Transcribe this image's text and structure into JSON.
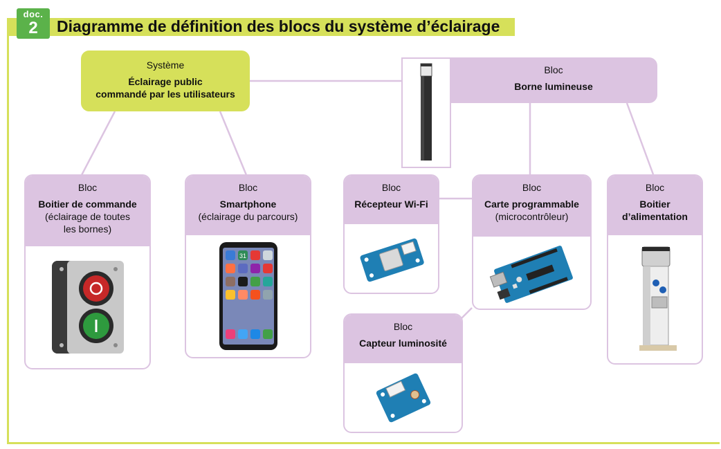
{
  "badge": {
    "label": "doc.",
    "number": "2"
  },
  "title": "Diagramme de définition des blocs du système d’éclairage",
  "system": {
    "kind": "Système",
    "name_line1": "Éclairage public",
    "name_line2": "commandé par les utilisateurs"
  },
  "blocks": {
    "borne": {
      "kind": "Bloc",
      "name": "Borne lumineuse"
    },
    "commande": {
      "kind": "Bloc",
      "name": "Boitier de commande",
      "desc_line1": "(éclairage de toutes",
      "desc_line2": "les bornes)"
    },
    "smartphone": {
      "kind": "Bloc",
      "name": "Smartphone",
      "desc_line1": "(éclairage du parcours)"
    },
    "wifi": {
      "kind": "Bloc",
      "name": "Récepteur Wi-Fi"
    },
    "carte": {
      "kind": "Bloc",
      "name": "Carte programmable",
      "desc_line1": "(microcontrôleur)"
    },
    "alimentation": {
      "kind": "Bloc",
      "name_line1": "Boitier",
      "name_line2": "d’alimentation"
    },
    "capteur": {
      "kind": "Bloc",
      "name": "Capteur luminosité"
    }
  },
  "phone_icons": {
    "calendar": "31"
  },
  "colors": {
    "accent": "#d6e05a",
    "badge": "#5bb24a",
    "block_header": "#dcc4e1",
    "board_blue": "#1f7fb4"
  }
}
